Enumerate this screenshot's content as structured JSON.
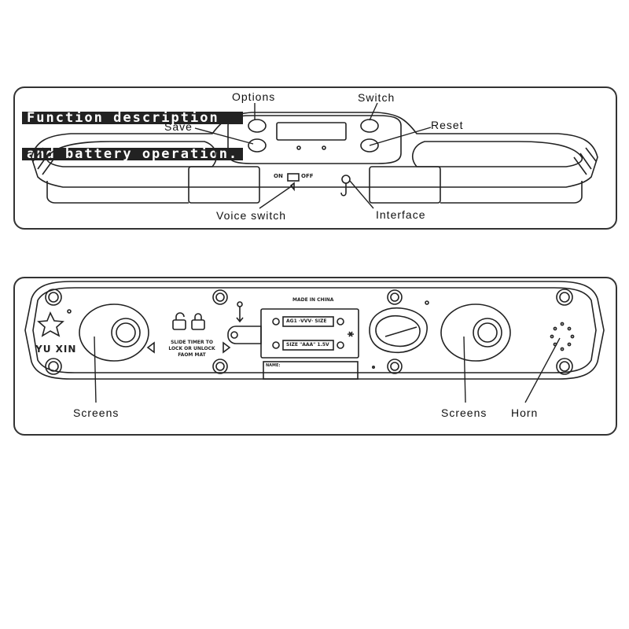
{
  "title_lines": [
    "Function description",
    "and battery operation."
  ],
  "labels": {
    "options": "Options",
    "switch": "Switch",
    "save": "Save",
    "reset": "Reset",
    "voice_switch": "Voice switch",
    "interface": "Interface",
    "screens_left": "Screens",
    "screens_right": "Screens",
    "horn": "Horn"
  },
  "device_text": {
    "on": "ON",
    "off": "OFF",
    "made_in_china": "MADE IN CHINA",
    "brand": "YU XIN",
    "battery_1": "AG1 ·VVV· SIZE",
    "battery_2": "SIZE \"AAA\" 1.5V",
    "lock_line1": "SLIDE TIMER TO",
    "lock_line2": "LOCK OR UNLOCK",
    "lock_line3": "FAOM MAT",
    "name": "NAME:"
  }
}
